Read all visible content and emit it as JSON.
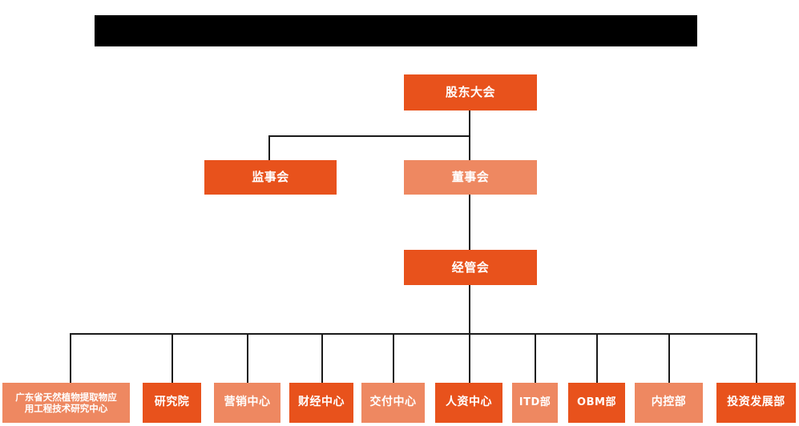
{
  "banner": {
    "text": "",
    "color": "#000000"
  },
  "colors": {
    "background": "#ffffff",
    "node_dark": "#e8521c",
    "node_light": "#ee8861",
    "connector": "#1a1a1a",
    "node_text": "#ffffff"
  },
  "chart_data": {
    "type": "diagram",
    "title": "",
    "nodes": [
      {
        "id": "shareholders",
        "label": "股东大会",
        "level": 0,
        "shade": "dark"
      },
      {
        "id": "supervisors",
        "label": "监事会",
        "level": 1,
        "shade": "dark"
      },
      {
        "id": "directors",
        "label": "董事会",
        "level": 1,
        "shade": "light"
      },
      {
        "id": "management",
        "label": "经管会",
        "level": 2,
        "shade": "dark"
      }
    ],
    "departments": [
      {
        "id": "dept-1",
        "label": "广东省天然植物提取物应\n用工程技术研究中心",
        "shade": "light"
      },
      {
        "id": "dept-2",
        "label": "研究院",
        "shade": "dark"
      },
      {
        "id": "dept-3",
        "label": "营销中心",
        "shade": "light"
      },
      {
        "id": "dept-4",
        "label": "财经中心",
        "shade": "dark"
      },
      {
        "id": "dept-5",
        "label": "交付中心",
        "shade": "light"
      },
      {
        "id": "dept-6",
        "label": "人资中心",
        "shade": "dark"
      },
      {
        "id": "dept-7",
        "label": "ITD部",
        "shade": "light"
      },
      {
        "id": "dept-8",
        "label": "OBM部",
        "shade": "dark"
      },
      {
        "id": "dept-9",
        "label": "内控部",
        "shade": "light"
      },
      {
        "id": "dept-10",
        "label": "投资发展部",
        "shade": "dark"
      }
    ],
    "edges": [
      {
        "from": "shareholders",
        "to": "supervisors"
      },
      {
        "from": "shareholders",
        "to": "directors"
      },
      {
        "from": "directors",
        "to": "management"
      },
      {
        "from": "management",
        "to": "dept-1"
      },
      {
        "from": "management",
        "to": "dept-2"
      },
      {
        "from": "management",
        "to": "dept-3"
      },
      {
        "from": "management",
        "to": "dept-4"
      },
      {
        "from": "management",
        "to": "dept-5"
      },
      {
        "from": "management",
        "to": "dept-6"
      },
      {
        "from": "management",
        "to": "dept-7"
      },
      {
        "from": "management",
        "to": "dept-8"
      },
      {
        "from": "management",
        "to": "dept-9"
      },
      {
        "from": "management",
        "to": "dept-10"
      }
    ]
  },
  "dept_lines": {
    "dept1_line1": "广东省天然植物提取物应",
    "dept1_line2": "用工程技术研究中心"
  }
}
